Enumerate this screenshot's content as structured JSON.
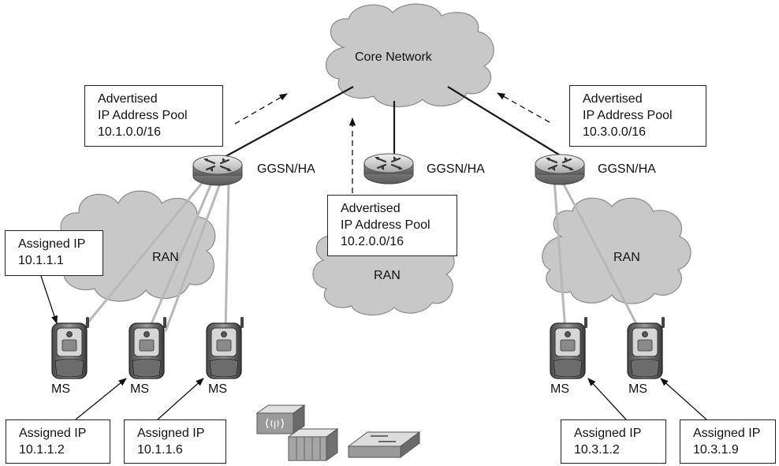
{
  "core_network": {
    "label": "Core Network"
  },
  "routers": [
    {
      "label": "GGSN/HA"
    },
    {
      "label": "GGSN/HA"
    },
    {
      "label": "GGSN/HA"
    }
  ],
  "ran_clouds": [
    {
      "label": "RAN"
    },
    {
      "label": "RAN"
    },
    {
      "label": "RAN"
    }
  ],
  "advertised_pools": [
    {
      "line1": "Advertised",
      "line2": "IP Address Pool",
      "prefix": "10.1.0.0/16"
    },
    {
      "line1": "Advertised",
      "line2": "IP Address Pool",
      "prefix": "10.2.0.0/16"
    },
    {
      "line1": "Advertised",
      "line2": "IP Address Pool",
      "prefix": "10.3.0.0/16"
    }
  ],
  "mobile_stations": [
    {
      "label": "MS"
    },
    {
      "label": "MS"
    },
    {
      "label": "MS"
    },
    {
      "label": "MS"
    },
    {
      "label": "MS"
    }
  ],
  "assigned_ips": [
    {
      "line1": "Assigned IP",
      "ip": "10.1.1.1"
    },
    {
      "line1": "Assigned IP",
      "ip": "10.1.1.2"
    },
    {
      "line1": "Assigned IP",
      "ip": "10.1.1.6"
    },
    {
      "line1": "Assigned IP",
      "ip": "10.3.1.2"
    },
    {
      "line1": "Assigned IP",
      "ip": "10.3.1.9"
    }
  ],
  "colors": {
    "cloud_fill": "#c8c8c8",
    "cloud_stroke": "#8a8a8a",
    "wired_link": "#1a1a1a",
    "radio_link": "#b8b8b8"
  }
}
